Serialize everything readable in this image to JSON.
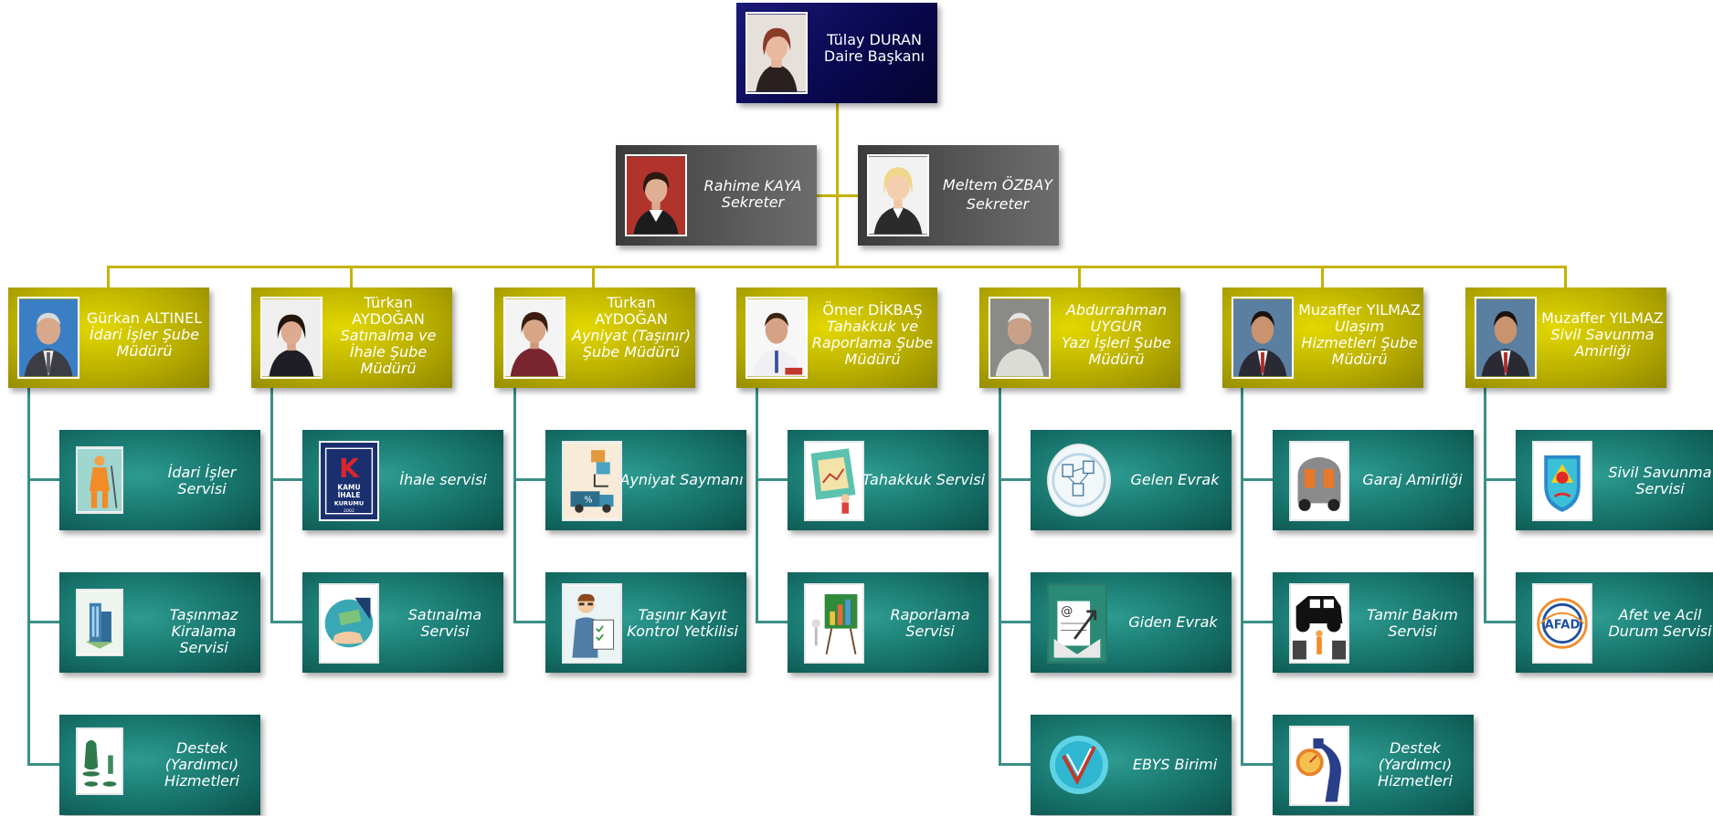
{
  "colors": {
    "connector_gold": "#c4b400",
    "connector_teal": "#3a8f86",
    "head_bg": "#0a0850",
    "secretary_bg": "#555555",
    "manager_bg": "#c8be00",
    "service_bg": "#157068"
  },
  "head": {
    "name": "Tülay DURAN",
    "title": "Daire Başkanı",
    "icon": "person-photo"
  },
  "secretaries": [
    {
      "name": "Rahime KAYA",
      "title": "Sekreter",
      "icon": "person-photo"
    },
    {
      "name": "Meltem ÖZBAY",
      "title": "Sekreter",
      "icon": "person-placeholder"
    }
  ],
  "managers": [
    {
      "name": "Gürkan ALTINEL",
      "title": "İdari İşler Şube Müdürü",
      "services": [
        {
          "label": "İdari İşler Servisi",
          "icon": "janitor-icon"
        },
        {
          "label": "Taşınmaz Kiralama Servisi",
          "icon": "building-icon"
        },
        {
          "label": "Destek (Yardımcı) Hizmetleri",
          "icon": "tea-set-icon"
        }
      ]
    },
    {
      "name": "Türkan AYDOĞAN",
      "title": "Satınalma ve İhale Şube Müdürü",
      "services": [
        {
          "label": "İhale servisi",
          "icon": "kamu-ihale-logo",
          "logo_lines": [
            "K",
            "KAMU",
            "İHALE",
            "KURUMU",
            "2002"
          ]
        },
        {
          "label": "Satınalma Servisi",
          "icon": "money-hand-icon"
        }
      ]
    },
    {
      "name": "Türkan AYDOĞAN",
      "title": "Ayniyat (Taşınır) Şube Müdürü",
      "services": [
        {
          "label": "Ayniyat Saymanı",
          "icon": "delivery-truck-icon"
        },
        {
          "label": "Taşınır Kayıt Kontrol Yetkilisi",
          "icon": "clipboard-man-icon"
        }
      ]
    },
    {
      "name": "Ömer DİKBAŞ",
      "title": "Tahakkuk ve Raporlama Şube Müdürü",
      "services": [
        {
          "label": "Tahakkuk Servisi",
          "icon": "presentation-icon"
        },
        {
          "label": "Raporlama Servisi",
          "icon": "chart-board-icon"
        }
      ]
    },
    {
      "name": "Abdurrahman UYGUR",
      "title": "Yazı İşleri Şube Müdürü",
      "services": [
        {
          "label": "Gelen Evrak",
          "icon": "document-flow-icon"
        },
        {
          "label": "Giden Evrak",
          "icon": "outgoing-mail-icon"
        },
        {
          "label": "EBYS Birimi",
          "icon": "ebys-logo-icon"
        }
      ]
    },
    {
      "name": "Muzaffer YILMAZ",
      "title": "Ulaşım Hizmetleri Şube Müdürü",
      "services": [
        {
          "label": "Garaj Amirliği",
          "icon": "car-icon"
        },
        {
          "label": "Tamir Bakım Servisi",
          "icon": "jeep-lift-icon"
        },
        {
          "label": "Destek (Yardımcı) Hizmetleri",
          "icon": "fuel-pump-icon"
        }
      ]
    },
    {
      "name": "Muzaffer YILMAZ",
      "title": "Sivil Savunma Amirliği",
      "services": [
        {
          "label": "Sivil Savunma Servisi",
          "icon": "civil-defense-emblem"
        },
        {
          "label": "Afet ve Acil Durum Servisi",
          "icon": "afad-logo",
          "logo_text": "AFAD"
        }
      ]
    }
  ]
}
